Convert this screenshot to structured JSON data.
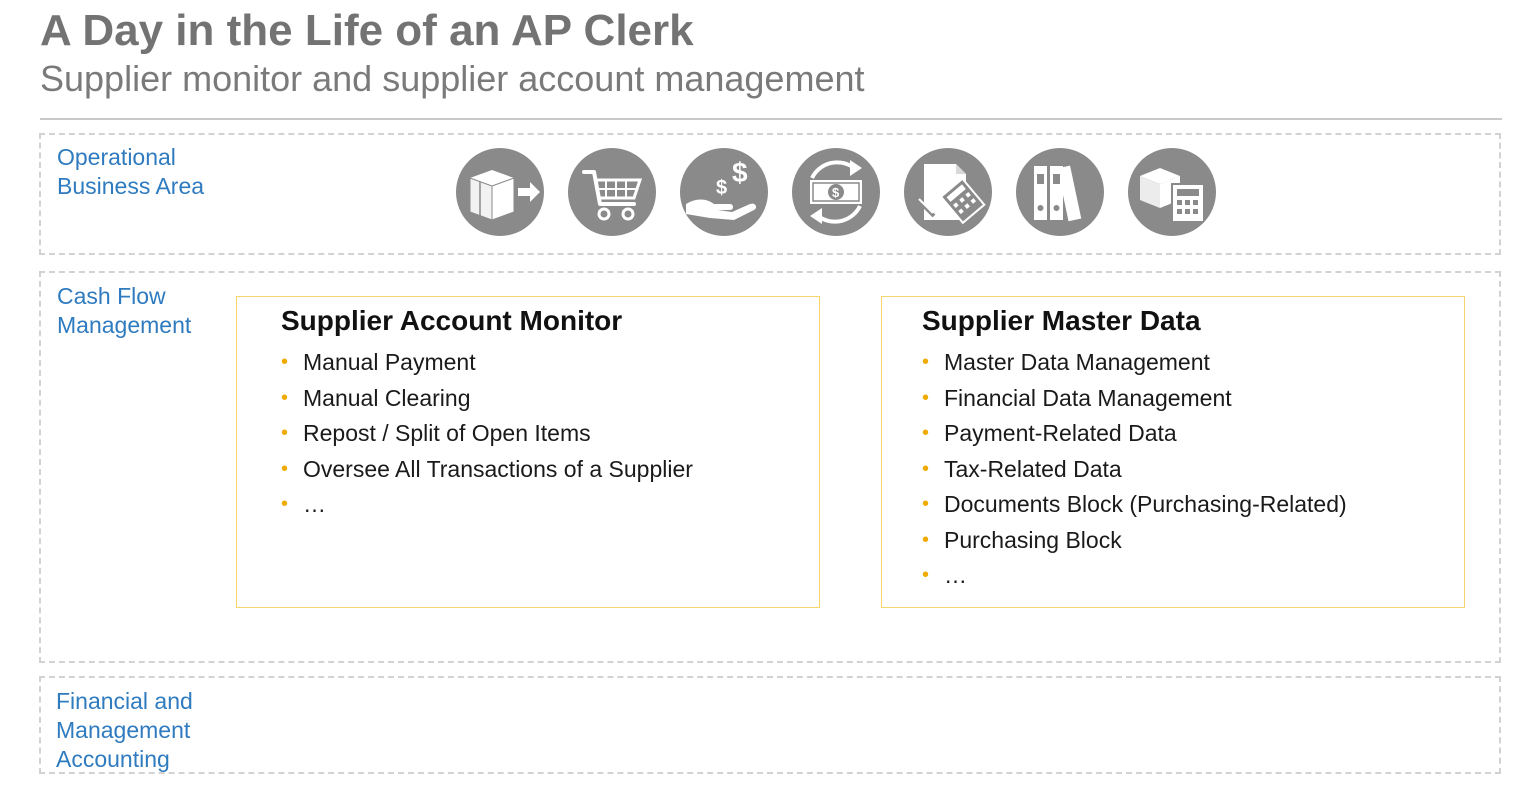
{
  "header": {
    "title": "A Day in the Life of an AP Clerk",
    "subtitle": "Supplier monitor and supplier account management"
  },
  "bands": [
    {
      "label": "Operational\nBusiness Area"
    },
    {
      "label": "Cash Flow\nManagement"
    },
    {
      "label": "Financial and\nManagement\nAccounting"
    }
  ],
  "icons": [
    "shipping-boxes-icon",
    "shopping-cart-icon",
    "hand-with-money-icon",
    "cash-cycle-icon",
    "document-calculator-icon",
    "binders-icon",
    "box-calculator-icon"
  ],
  "colors": {
    "icon_circle": "#8a8a8a",
    "band_label": "#2f7bbf",
    "bullet": "#f0ab00",
    "box_border": "#f5d46a"
  },
  "boxes": [
    {
      "title": "Supplier Account Monitor",
      "items": [
        "Manual Payment",
        "Manual Clearing",
        "Repost / Split of Open Items",
        "Oversee All Transactions of a Supplier",
        "…"
      ]
    },
    {
      "title": "Supplier Master Data",
      "items": [
        "Master Data Management",
        "Financial Data Management",
        "Payment-Related Data",
        "Tax-Related Data",
        "Documents Block (Purchasing-Related)",
        "Purchasing Block",
        "…"
      ]
    }
  ]
}
